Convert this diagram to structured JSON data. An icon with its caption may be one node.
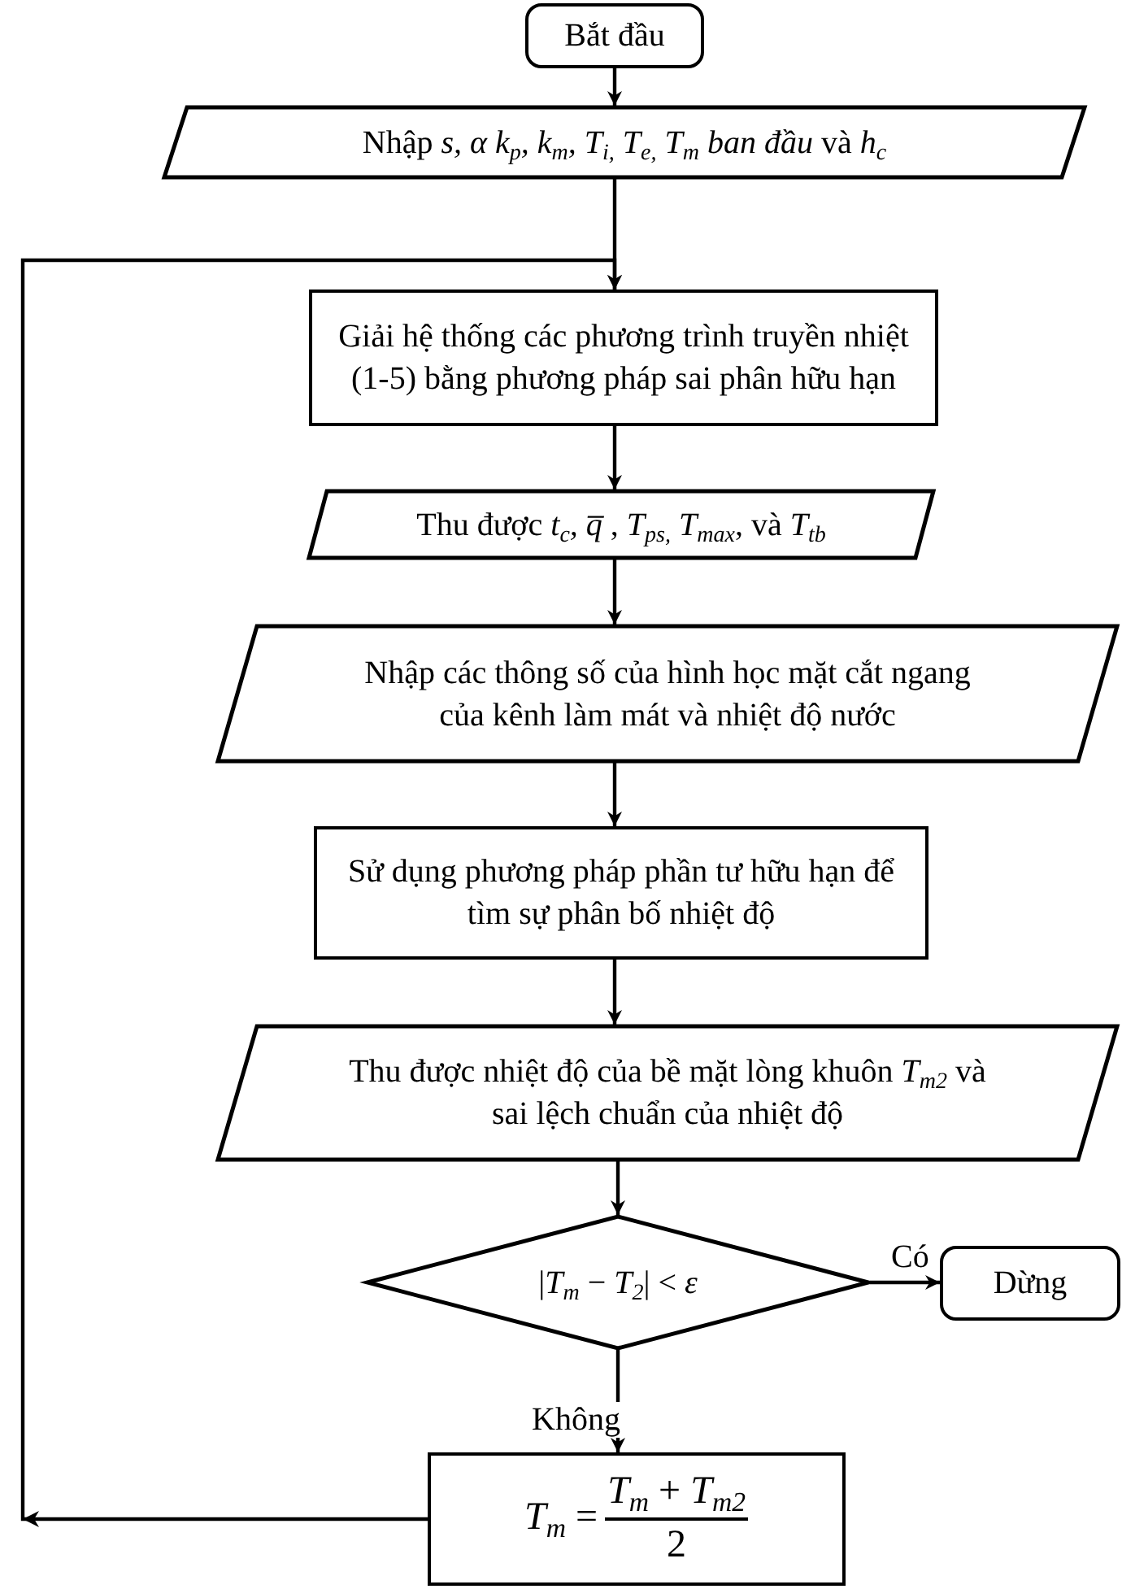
{
  "diagram": {
    "nodes": [
      {
        "text": [
          "Bắt đầu"
        ]
      },
      {
        "text": [
          "Nhập *s, α k*$_{p}$*, k*$_{m}$*, T*$_{i,}$ *T*$_{e,}$ *T*$_{m}$ *ban đầu* và *h*$_{c}$"
        ]
      },
      {
        "text": [
          "Giải hệ thống các phương trình truyền nhiệt (1-5) bằng phương pháp sai phân hữu hạn"
        ]
      },
      {
        "text": [
          "Thu được *t*$_{c}$*,* *q̅* , *T*$_{ps,}$ *T*$_{max}$, và *T*$_{tb}$"
        ]
      },
      {
        "text": [
          "Nhập các thông số của hình học mặt cắt ngang của kênh làm mát và nhiệt độ nước"
        ]
      },
      {
        "text": [
          "Sử dụng phương pháp phần tư hữu hạn để tìm sự phân bố nhiệt độ"
        ]
      },
      {
        "text": [
          "Thu được nhiệt độ của bề mặt lòng khuôn *T*$_{m2}$ và sai lệch chuẩn của nhiệt độ"
        ]
      },
      {
        "text": [
          "|*T*$_{m}$ − *T*$_{2}$| < *ε*"
        ]
      },
      {
        "text": [
          "Dừng"
        ]
      },
      {
        "text": [
          "*T*$_{m}$ =",
          "*T*$_{m}$ + *T*$_{m2}$",
          "2"
        ]
      }
    ],
    "edges": [
      {
        "from": 0,
        "to": 1,
        "arrow": "to"
      },
      {
        "from": 1,
        "to": 2,
        "arrow": "to"
      },
      {
        "from": 2,
        "to": 3,
        "arrow": "to"
      },
      {
        "from": 3,
        "to": 4,
        "arrow": "to"
      },
      {
        "from": 4,
        "to": 5,
        "arrow": "to"
      },
      {
        "from": 5,
        "to": 6,
        "arrow": "to"
      },
      {
        "from": 6,
        "to": 7,
        "arrow": "to"
      },
      {
        "from": 7,
        "to": 8,
        "arrow": "to",
        "label": "Có"
      },
      {
        "from": 7,
        "to": 9,
        "arrow": "to",
        "label": "Không"
      },
      {
        "from": 9,
        "to": 2,
        "arrow": "to"
      }
    ]
  }
}
